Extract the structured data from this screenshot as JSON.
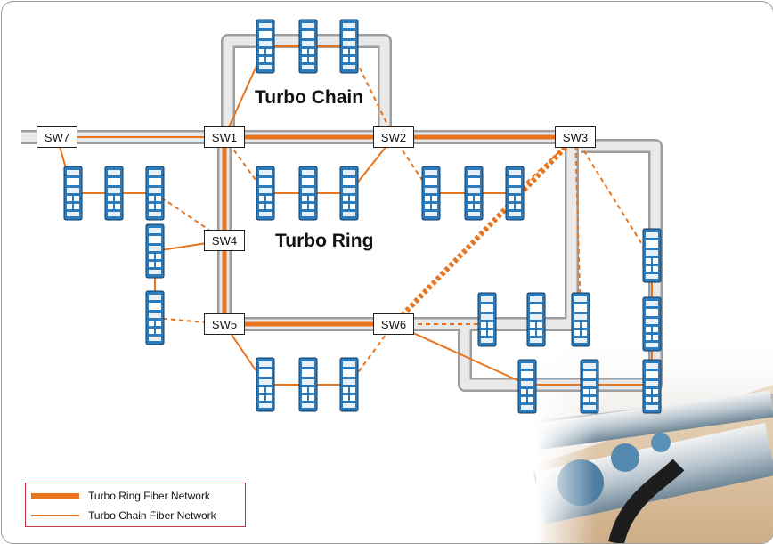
{
  "diagram": {
    "labels": {
      "turbo_chain": "Turbo Chain",
      "turbo_ring": "Turbo Ring"
    },
    "switches": {
      "sw1": "SW1",
      "sw2": "SW2",
      "sw3": "SW3",
      "sw4": "SW4",
      "sw5": "SW5",
      "sw6": "SW6",
      "sw7": "SW7"
    },
    "legend": {
      "ring": "Turbo Ring Fiber Network",
      "chain": "Turbo Chain Fiber Network"
    },
    "colors": {
      "fiber": "#e8741e",
      "pipe": "#c8c8c8",
      "device": "#2b7bbd"
    },
    "icons": {
      "device": "industrial-ethernet-switch-icon",
      "photo": "pipeline-photo"
    }
  }
}
